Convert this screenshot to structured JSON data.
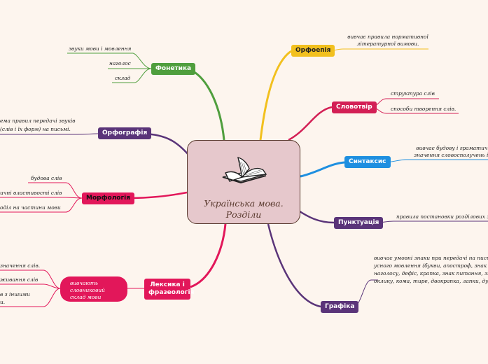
{
  "center": {
    "title": "Українська мова.",
    "subtitle": "Розділи"
  },
  "colors": {
    "fonetyka": "#4f9e3d",
    "orfoepiia": "#f2c01e",
    "slovotvir": "#d31f55",
    "syntaksys": "#1e8fe0",
    "orfohrafiia": "#5a3479",
    "morfolohiia": "#e2175a",
    "punktuatsiia": "#5a3479",
    "leksyka": "#e2175a",
    "hrafika": "#5a3479",
    "center_fill": "#e6c8cc",
    "background": "#fdf5ee"
  },
  "branches": {
    "fonetyka": {
      "label": "Фонетика",
      "leaves": [
        "звуки мови і мовлення",
        "наголос",
        "склад"
      ]
    },
    "orfoepiia": {
      "label": "Орфоепія",
      "leaves": [
        "вивчає правила нормативної літературної вимови."
      ]
    },
    "slovotvir": {
      "label": "Словотвір",
      "leaves": [
        "структура слів",
        "способи творення слів."
      ]
    },
    "syntaksys": {
      "label": "Синтаксис",
      "leaves": [
        "вивчає будову і граматичне значення словосполучень і ре"
      ]
    },
    "orfohrafiia": {
      "label": "Орфографія",
      "leaves": [
        "ема правил передачі звуків",
        "(слів і їх форм) на письмі."
      ]
    },
    "morfolohiia": {
      "label": "Морфологія",
      "leaves": [
        "будова слів",
        "ичні властивості слів",
        "оділ на частини мови"
      ]
    },
    "punktuatsiia": {
      "label": "Пунктуація",
      "leaves": [
        "правила постановки розділових з"
      ]
    },
    "leksyka": {
      "label": "Лексика і фразеологія",
      "pill": "вивчають словниковий склад мови",
      "leaves": [
        "значення слів.",
        "живання слів",
        "в  з іншими",
        "и."
      ]
    },
    "hrafika": {
      "label": "Графіка",
      "leaves": [
        "вивчає умовні знаки при передачі на пись",
        "усного мовлення (букви, апостроф, знак",
        "наголосу, дефіс, крапка, знак питання, зн",
        "оклику, кома, тире, двокрапка, лапки, ду"
      ]
    }
  }
}
